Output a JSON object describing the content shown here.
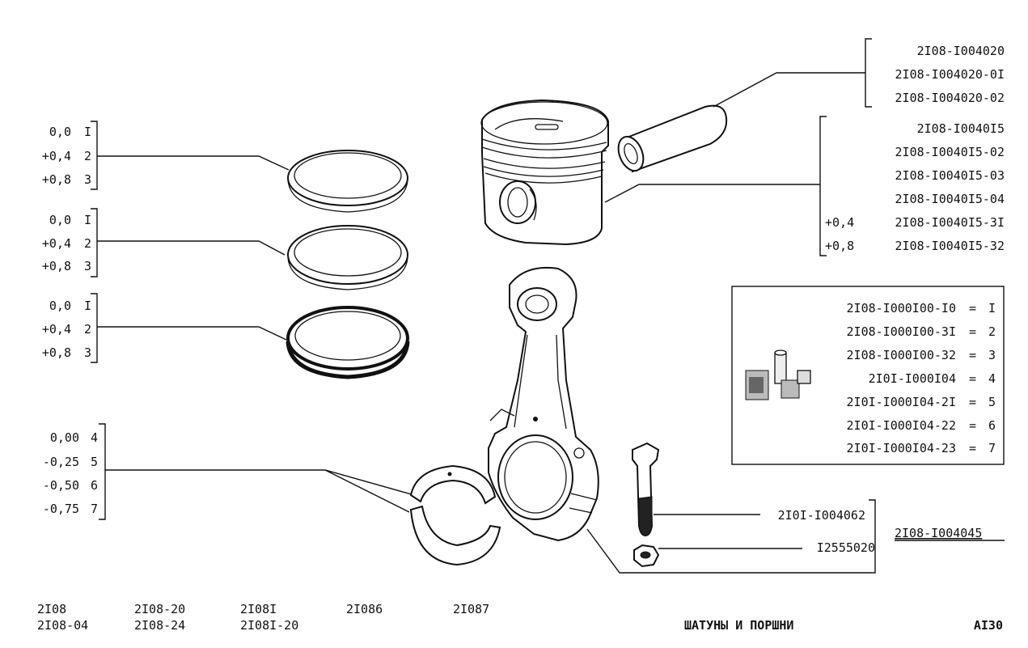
{
  "rings": [
    {
      "rows": [
        {
          "size": "0,0",
          "num": "I"
        },
        {
          "size": "+0,4",
          "num": "2"
        },
        {
          "size": "+0,8",
          "num": "3"
        }
      ]
    },
    {
      "rows": [
        {
          "size": "0,0",
          "num": "I"
        },
        {
          "size": "+0,4",
          "num": "2"
        },
        {
          "size": "+0,8",
          "num": "3"
        }
      ]
    },
    {
      "rows": [
        {
          "size": "0,0",
          "num": "I"
        },
        {
          "size": "+0,4",
          "num": "2"
        },
        {
          "size": "+0,8",
          "num": "3"
        }
      ]
    }
  ],
  "bearings": [
    {
      "size": "0,00",
      "num": "4"
    },
    {
      "size": "-0,25",
      "num": "5"
    },
    {
      "size": "-0,50",
      "num": "6"
    },
    {
      "size": "-0,75",
      "num": "7"
    }
  ],
  "pin_parts": [
    "2I08-I004020",
    "2I08-I004020-0I",
    "2I08-I004020-02"
  ],
  "piston_parts": [
    {
      "prefix": "",
      "code": "2I08-I0040I5"
    },
    {
      "prefix": "",
      "code": "2I08-I0040I5-02"
    },
    {
      "prefix": "",
      "code": "2I08-I0040I5-03"
    },
    {
      "prefix": "",
      "code": "2I08-I0040I5-04"
    },
    {
      "prefix": "+0,4",
      "code": "2I08-I0040I5-3I"
    },
    {
      "prefix": "+0,8",
      "code": "2I08-I0040I5-32"
    }
  ],
  "kit_table": [
    {
      "code": "2I08-I000I00-I0",
      "num": "I"
    },
    {
      "code": "2I08-I000I00-3I",
      "num": "2"
    },
    {
      "code": "2I08-I000I00-32",
      "num": "3"
    },
    {
      "code": "2I0I-I000I04",
      "num": "4"
    },
    {
      "code": "2I0I-I000I04-2I",
      "num": "5"
    },
    {
      "code": "2I0I-I000I04-22",
      "num": "6"
    },
    {
      "code": "2I0I-I000I04-23",
      "num": "7"
    }
  ],
  "bolt_code": "2I0I-I004062",
  "nut_code": "I2555020",
  "rod_assembly_code": "2I08-I004045",
  "models": [
    "2I08",
    "2I08-04",
    "2I08-20",
    "2I08-24",
    "2I08I",
    "2I08I-20",
    "2I086",
    "2I087"
  ],
  "title": "ШАТУНЫ И ПОРШНИ",
  "page_code": "AI30"
}
